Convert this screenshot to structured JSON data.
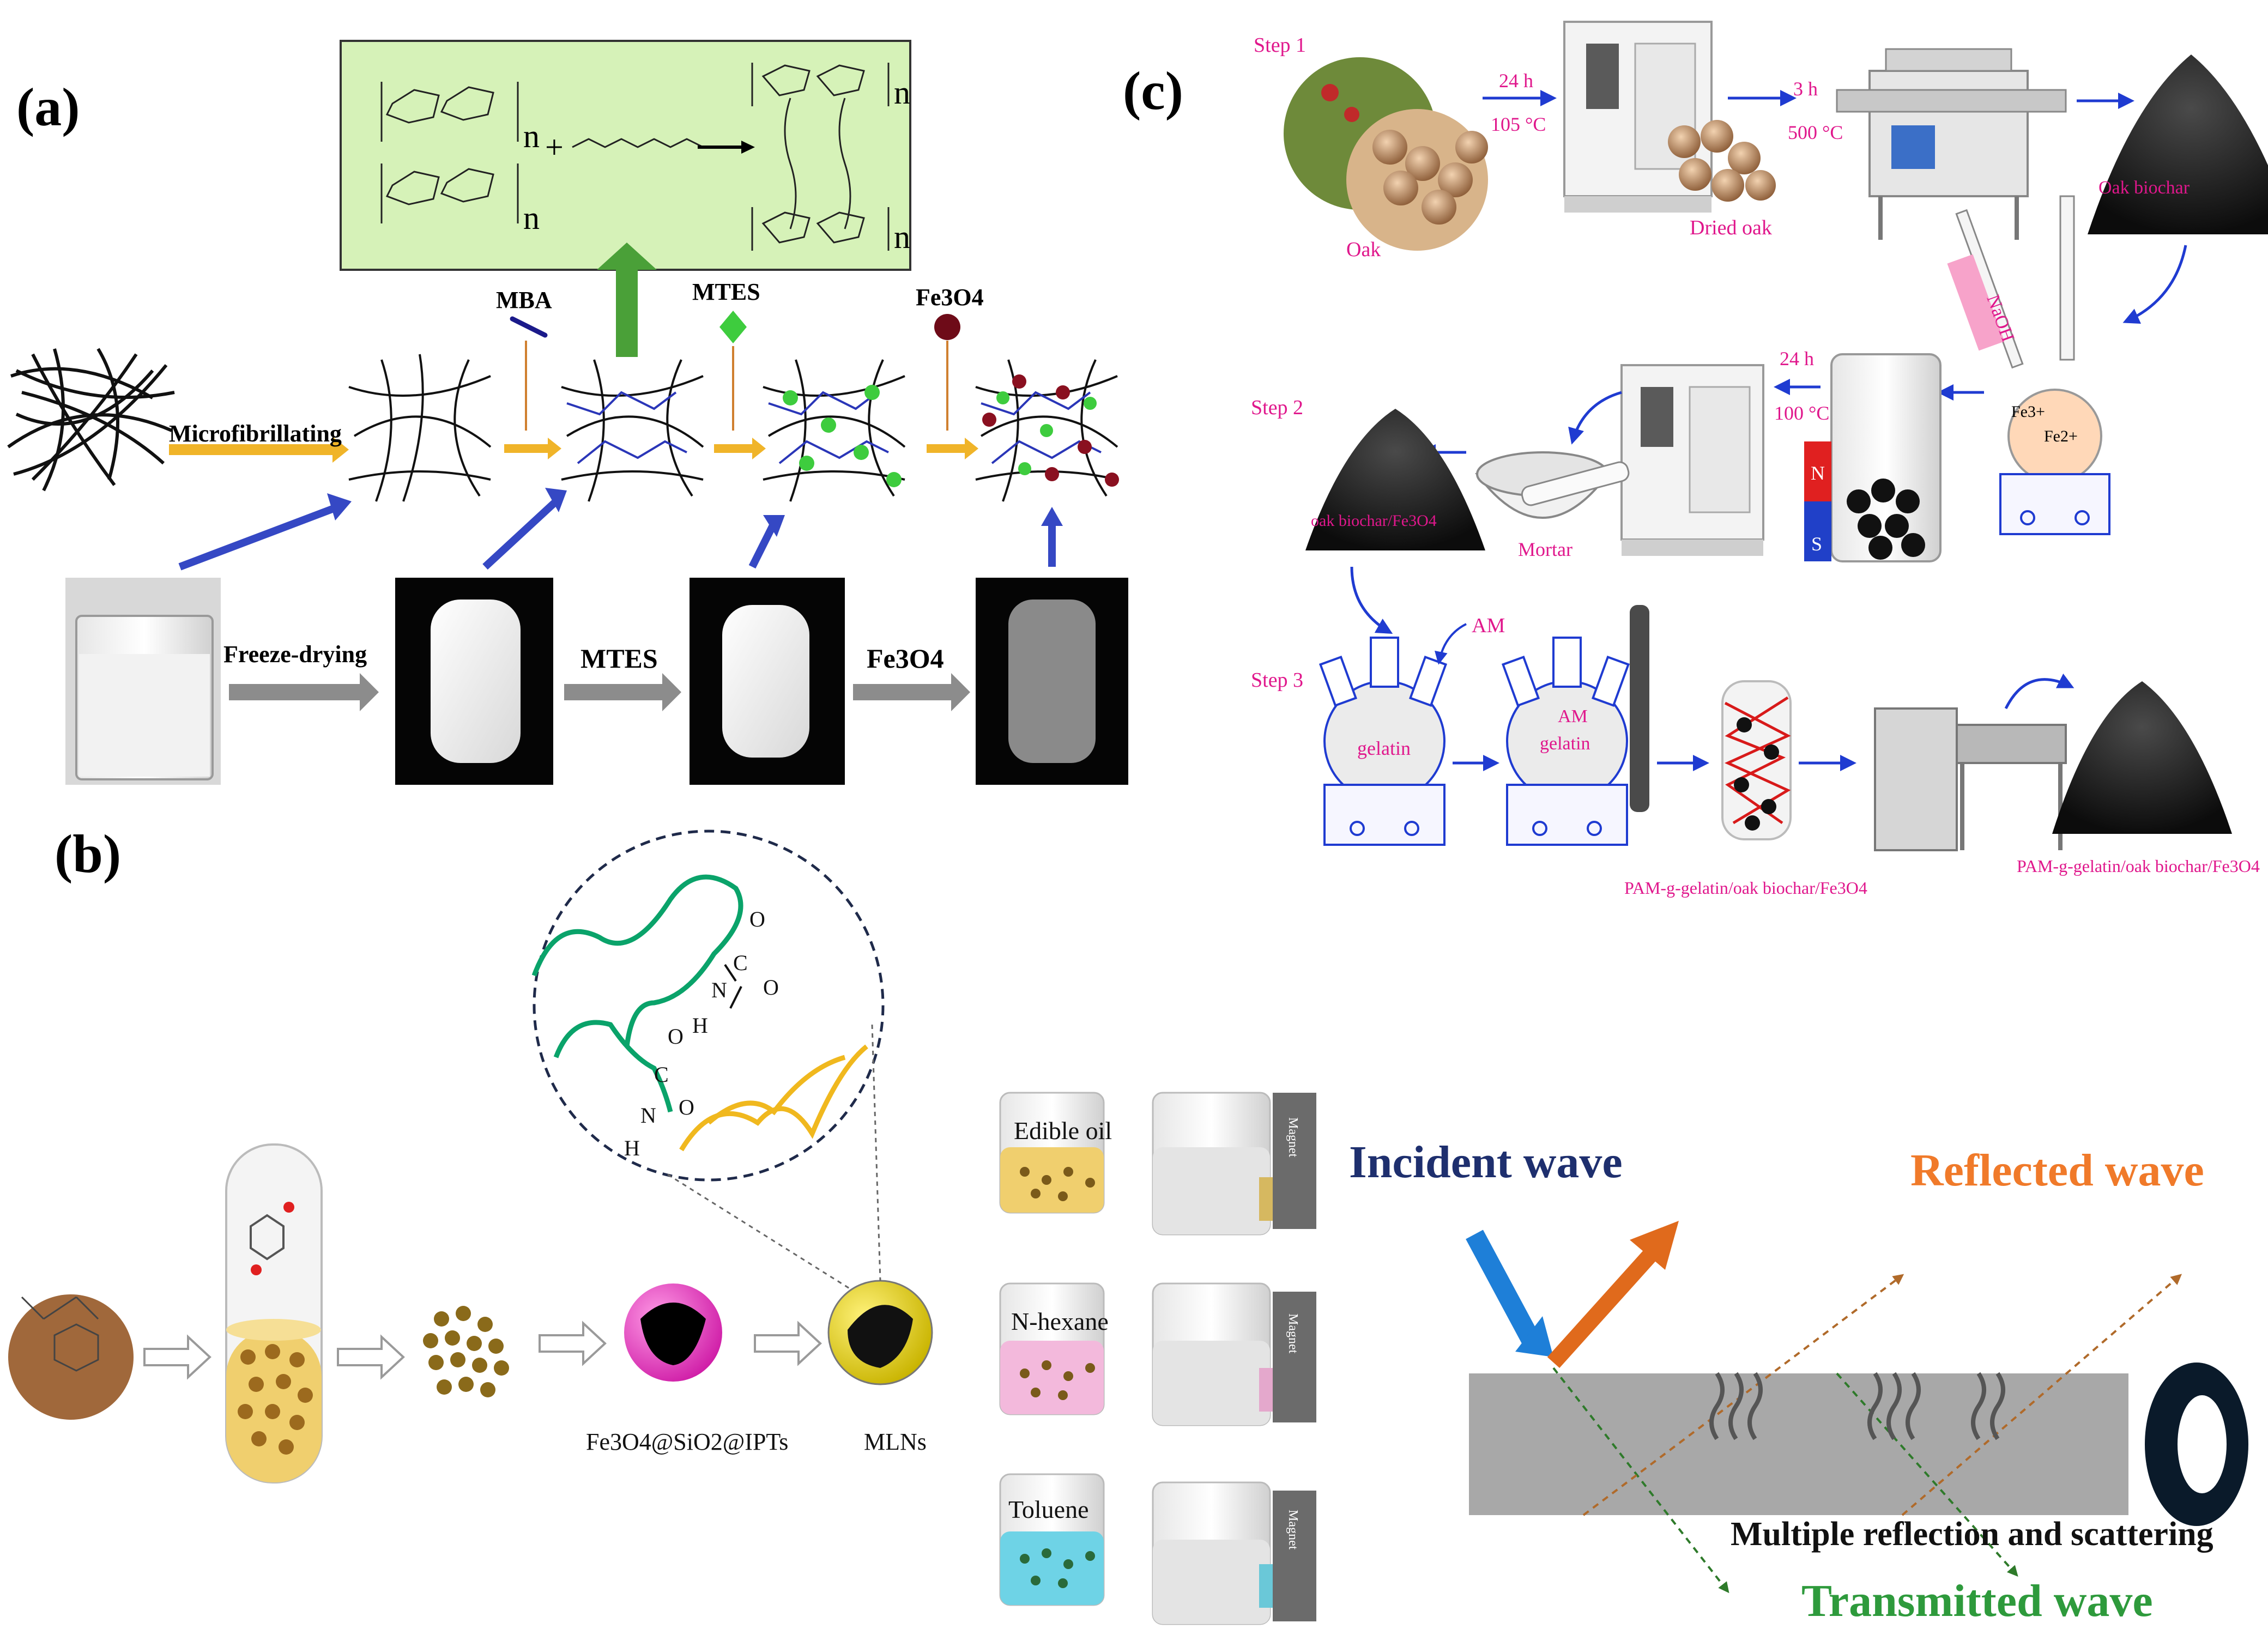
{
  "panel_a": {
    "label": "(a)",
    "chem": {
      "n1": "n",
      "n2": "n",
      "n3": "n",
      "plus": "+"
    },
    "reagents": {
      "mba": "MBA",
      "mtes": "MTES",
      "fe3o4": "Fe3O4"
    },
    "arrows": {
      "microfibrillating": "Microfibrillating",
      "freeze_drying": "Freeze-drying",
      "mtes": "MTES",
      "fe3o4": "Fe3O4"
    }
  },
  "panel_b": {
    "label": "(b)",
    "particle_label": "Fe3O4@SiO2@IPTs",
    "mlns_label": "MLNs",
    "zoom_atoms": {
      "o1": "O",
      "c1": "C",
      "n1": "N",
      "h1": "H",
      "o2": "O",
      "o3": "O",
      "c2": "C",
      "n2": "N",
      "h2": "H",
      "o4": "O"
    },
    "vials": [
      {
        "solvent": "Edible oil",
        "magnet": "Magnet",
        "color": "#f0cf6e"
      },
      {
        "solvent": "N-hexane",
        "magnet": "Magnet",
        "color": "#f3b9dc"
      },
      {
        "solvent": "Toluene",
        "magnet": "Magnet",
        "color": "#6ed3e6"
      }
    ],
    "waves": {
      "incident": "Incident wave",
      "reflected": "Reflected wave",
      "multiple": "Multiple reflection and scattering",
      "transmitted": "Transmitted wave"
    },
    "colors": {
      "incident": "#1e2f6e",
      "reflected": "#f07a2a",
      "transmitted": "#2e9a3c"
    }
  },
  "panel_c": {
    "label": "(c)",
    "steps": {
      "step1": "Step 1",
      "step2": "Step 2",
      "step3": "Step 3"
    },
    "labels": {
      "oak": "Oak",
      "dried_oak": "Dried oak",
      "h24_a": "24 h",
      "t105": "105 °C",
      "h3": "3 h",
      "t500": "500 °C",
      "oak_biochar": "Oak biochar",
      "naoh": "NaOH",
      "fe3": "Fe3+",
      "fe2": "Fe2+",
      "h24_b": "24 h",
      "t100": "100 °C",
      "magnet_n": "N",
      "magnet_s": "S",
      "mortar": "Mortar",
      "biochar_fe3o4": "oak biochar/Fe3O4",
      "am1": "AM",
      "gelatin1": "gelatin",
      "am2": "AM",
      "gelatin2": "gelatin",
      "pam1": "PAM-g-gelatin/oak biochar/Fe3O4",
      "pam2": "PAM-g-gelatin/oak biochar/Fe3O4"
    },
    "colors": {
      "label": "#e0178c",
      "arrow": "#1f3bd1"
    }
  }
}
